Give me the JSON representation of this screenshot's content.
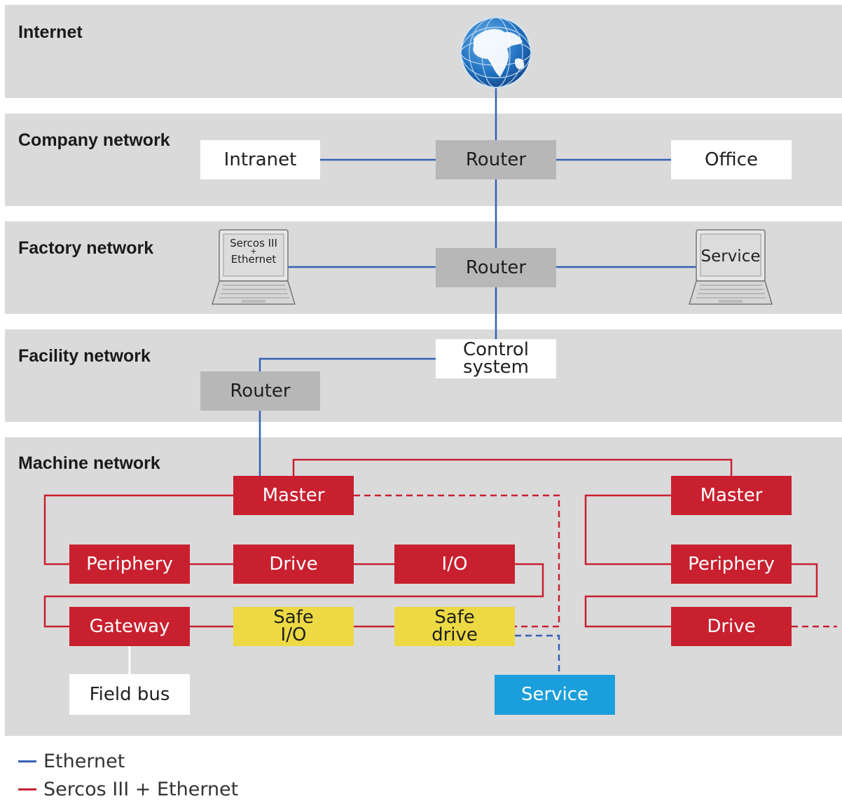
{
  "colors": {
    "ethernet": "#3560b4",
    "sercos": "#c8202f",
    "band": "#dadadb",
    "router": "#b7b7b8",
    "safe": "#ecd944",
    "service": "#1b9fdc"
  },
  "bands": {
    "internet": "Internet",
    "company": "Company network",
    "factory": "Factory network",
    "facility": "Facility network",
    "machine": "Machine network"
  },
  "company": {
    "intranet": "Intranet",
    "router": "Router",
    "office": "Office"
  },
  "factory": {
    "laptop_left_line1": "Sercos III",
    "laptop_left_line2": "+",
    "laptop_left_line3": "Ethernet",
    "router": "Router",
    "laptop_right": "Service"
  },
  "facility": {
    "control_line1": "Control",
    "control_line2": "system",
    "router": "Router"
  },
  "machine": {
    "master_left": "Master",
    "master_right": "Master",
    "periphery_left": "Periphery",
    "drive_left": "Drive",
    "io": "I/O",
    "gateway": "Gateway",
    "safe_io_line1": "Safe",
    "safe_io_line2": "I/O",
    "safe_drive_line1": "Safe",
    "safe_drive_line2": "drive",
    "periphery_right": "Periphery",
    "drive_right": "Drive",
    "field_bus": "Field bus",
    "service": "Service"
  },
  "legend": {
    "ethernet": "Ethernet",
    "sercos": "Sercos III + Ethernet"
  },
  "icons": {
    "globe": "globe-icon",
    "laptop": "laptop-icon"
  }
}
